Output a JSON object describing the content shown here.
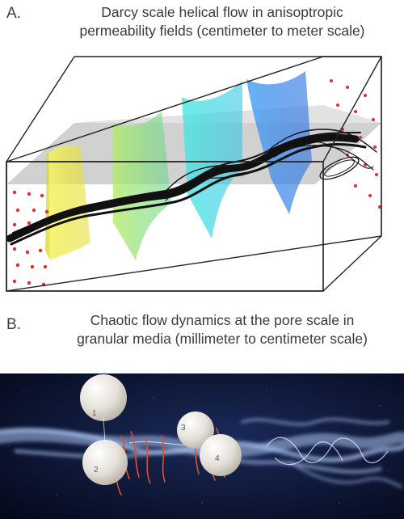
{
  "panel_a": {
    "letter": "A.",
    "caption_line1": "Darcy scale helical flow in anisoptropic",
    "caption_line2": "permeability fields (centimeter to meter scale)"
  },
  "panel_b": {
    "letter": "B.",
    "caption_line1": "Chaotic flow dynamics at the pore scale in",
    "caption_line2": "granular media (millimeter to centimeter scale)",
    "grain_labels": [
      "1",
      "2",
      "3",
      "4"
    ]
  },
  "colors": {
    "sheet_yellow": "#f2f04a",
    "sheet_green": "#7fe07a",
    "sheet_cyan": "#36dde0",
    "sheet_blue": "#3f8ff0",
    "plane_gray": "#9a9a9a",
    "dot_red": "#e03030",
    "streamline": "#111111",
    "night_bg": "#0a1230",
    "plume": "#9fb8e8",
    "grain": "#e8e4dc",
    "tracer": "#e0502a"
  }
}
